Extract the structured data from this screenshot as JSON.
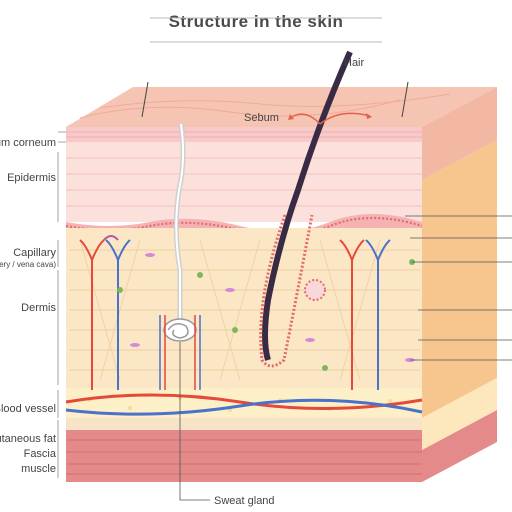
{
  "title": "Structure in the skin",
  "labels": {
    "hair": "Hair",
    "sebum": "Sebum",
    "stratum_corneum": "Stratum corneum",
    "epidermis": "Epidermis",
    "capillary": "Capillary",
    "capillary_sub": "(artery / vena cava)",
    "dermis": "Dermis",
    "blood_vessel": "Blood vessel",
    "subcutaneous_fat": "Subcutaneous fat",
    "fascia": "Fascia",
    "muscle": "muscle",
    "sweat_gland": "Sweat gland"
  },
  "colors": {
    "surface": "#f6c4b2",
    "epidermis": "#fbe0dc",
    "dermis": "#fbe7c6",
    "dermis_side": "#f7c58e",
    "fat": "#fdf0c8",
    "fascia": "#f2bfb6",
    "muscle": "#e58a8a",
    "artery": "#e5493a",
    "vein": "#4a72c9",
    "hair": "#3a2b45"
  }
}
